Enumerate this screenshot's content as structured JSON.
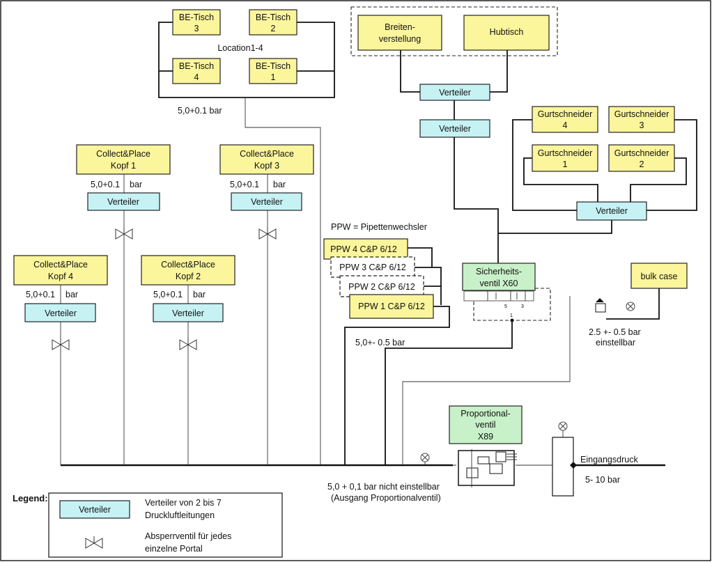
{
  "be_tisch": {
    "group_label": "Location1-4",
    "t3": [
      "BE-Tisch",
      "3"
    ],
    "t2": [
      "BE-Tisch",
      "2"
    ],
    "t4": [
      "BE-Tisch",
      "4"
    ],
    "t1": [
      "BE-Tisch",
      "1"
    ],
    "pressure": "5,0+0.1 bar"
  },
  "top_right": {
    "breiten": [
      "Breiten-",
      "verstellung"
    ],
    "hubtisch": "Hubtisch",
    "verteiler": "Verteiler"
  },
  "gurtschneider": {
    "g4": [
      "Gurtschneider",
      "4"
    ],
    "g3": [
      "Gurtschneider",
      "3"
    ],
    "g1": [
      "Gurtschneider",
      "1"
    ],
    "g2": [
      "Gurtschneider",
      "2"
    ]
  },
  "heads": {
    "kopf1": [
      "Collect&Place",
      "Kopf 1"
    ],
    "kopf3": [
      "Collect&Place",
      "Kopf 3"
    ],
    "kopf4": [
      "Collect&Place",
      "Kopf 4"
    ],
    "kopf2": [
      "Collect&Place",
      "Kopf 2"
    ],
    "pressure": "5,0+0.1",
    "unit": "bar"
  },
  "ppw": {
    "legend": "PPW = Pipettenwechsler",
    "p4": "PPW 4 C&P 6/12",
    "p3": "PPW 3 C&P 6/12",
    "p2": "PPW 2 C&P 6/12",
    "p1": "PPW 1 C&P 6/12",
    "pressure": "5,0+- 0.5 bar"
  },
  "safety": {
    "label": [
      "Sicherheits-",
      "ventil X60"
    ],
    "port5": "5",
    "port3": "3",
    "port1": "1"
  },
  "bulk": {
    "label": "bulk case",
    "pressure": "2.5 +- 0.5 bar",
    "note": "einstellbar"
  },
  "proportional": {
    "label": [
      "Proportional-",
      "ventil",
      "X89"
    ],
    "note1": "5,0 + 0,1 bar nicht einstellbar",
    "note2": "(Ausgang Proportionalventil)"
  },
  "input": {
    "label": "Eingangsdruck",
    "range": "5- 10 bar"
  },
  "legend": {
    "title": "Legend:",
    "verteiler": "Verteiler",
    "verteiler_desc": [
      "Verteiler von 2 bis 7",
      "Druckluftleitungen"
    ],
    "valve_desc": [
      "Absperrventil für jedes",
      "einzelne Portal"
    ]
  },
  "colors": {
    "component": "#fbf59c",
    "distributor": "#c6f2f4",
    "valve": "#c9f1c9"
  }
}
